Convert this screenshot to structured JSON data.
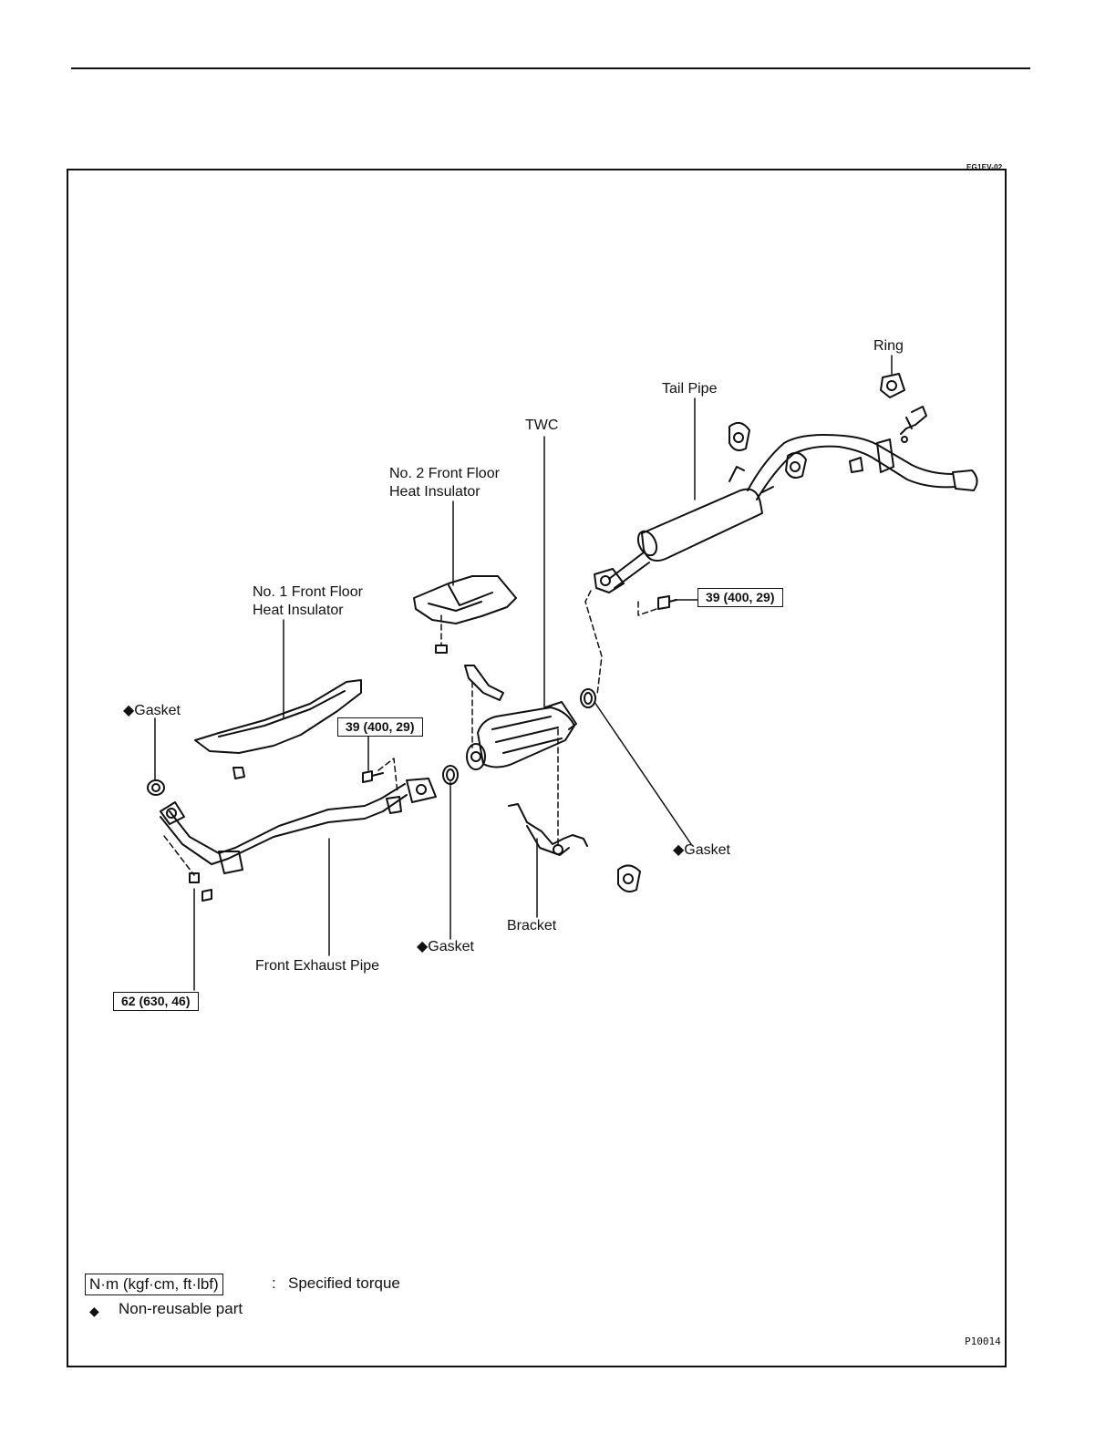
{
  "header": {
    "code": "EG1EV-02"
  },
  "labels": {
    "ring": "Ring",
    "tail_pipe": "Tail Pipe",
    "twc": "TWC",
    "no2_line1": "No. 2 Front Floor",
    "no2_line2": "Heat Insulator",
    "no1_line1": "No. 1 Front Floor",
    "no1_line2": "Heat Insulator",
    "gasket_left": "◆Gasket",
    "gasket_right": "◆Gasket",
    "gasket_mid": "◆Gasket",
    "bracket": "Bracket",
    "front_exhaust_pipe": "Front Exhaust Pipe"
  },
  "torques": {
    "tail_pipe_bolt": "39 (400, 29)",
    "front_pipe_bolt": "39 (400, 29)",
    "manifold_nut": "62 (630, 46)"
  },
  "legend": {
    "unit_box": "N·m (kgf·cm, ft·lbf)",
    "separator": ":",
    "specified_torque": "Specified torque",
    "marker": "◆",
    "non_reusable": "Non-reusable part"
  },
  "figure_code": "P10014"
}
